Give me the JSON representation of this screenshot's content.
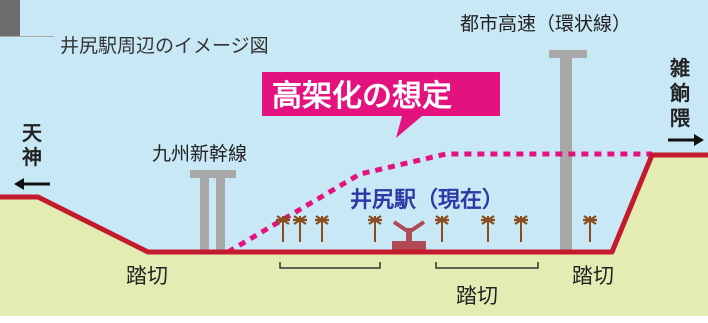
{
  "title": "井尻駅周辺のイメージ図",
  "callout": "高架化の想定",
  "station": "井尻駅（現在）",
  "labels": {
    "shinkansen": "九州新幹線",
    "expressway": "都市高速（環状線）",
    "crossing": "踏切"
  },
  "directions": {
    "left": [
      "天",
      "神"
    ],
    "right": [
      "雑",
      "餉",
      "隈"
    ]
  },
  "colors": {
    "sky": "#c9e8f6",
    "ground": "#e4ecb4",
    "track": "#c31a2e",
    "elevated_plan": "#e4127f",
    "pillar": "#a8a8a8",
    "station_text": "#2d3aa6",
    "tree": "#8a4b1e",
    "platform": "#b04a55"
  },
  "icons": [
    "arrow-left-icon",
    "arrow-right-icon",
    "tree-icon",
    "pillar-icon"
  ]
}
